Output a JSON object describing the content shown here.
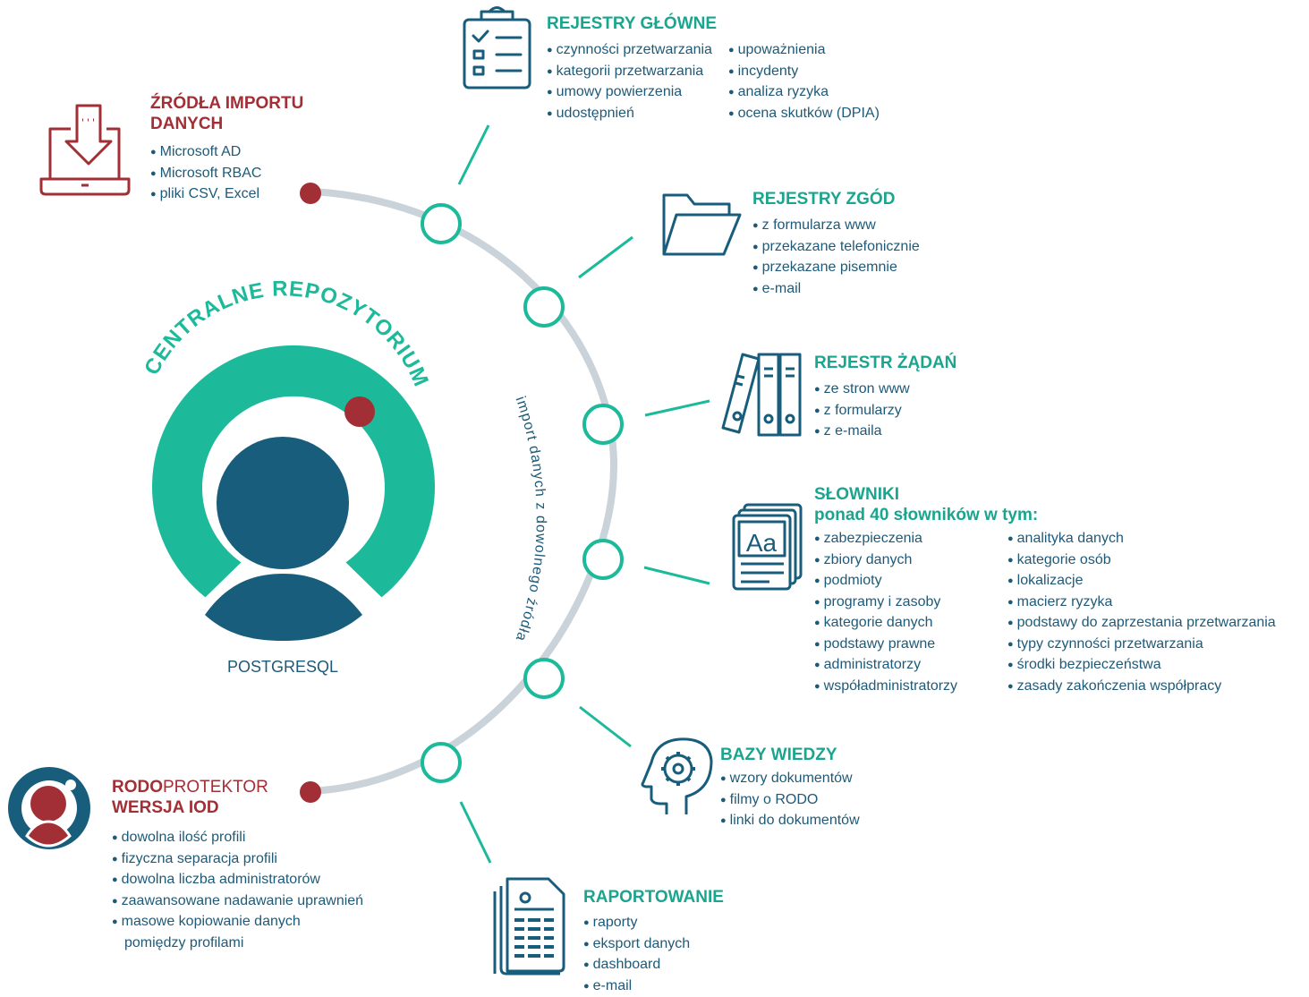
{
  "center": {
    "arc_title": "CENTRALNE REPOZYTORIUM",
    "db_label": "POSTGRESQL",
    "arc_caption": "import danych z dowolnego źródła"
  },
  "import_sources": {
    "title_line1": "ŹRÓDŁA IMPORTU",
    "title_line2": "DANYCH",
    "items": [
      "Microsoft AD",
      "Microsoft RBAC",
      "pliki CSV, Excel"
    ]
  },
  "main_registers": {
    "title": "REJESTRY GŁÓWNE",
    "col1": [
      "czynności przetwarzania",
      "kategorii przetwarzania",
      "umowy powierzenia",
      "udostępnień"
    ],
    "col2": [
      "upoważnienia",
      "incydenty",
      "analiza ryzyka",
      "ocena skutków (DPIA)"
    ]
  },
  "consent_registers": {
    "title": "REJESTRY ZGÓD",
    "items": [
      "z formularza www",
      "przekazane telefonicznie",
      "przekazane pisemnie",
      "e-mail"
    ]
  },
  "request_register": {
    "title": "REJESTR ŻĄDAŃ",
    "items": [
      "ze stron www",
      "z formularzy",
      "z e-maila"
    ]
  },
  "dictionaries": {
    "title": "SŁOWNIKI",
    "subtitle": "ponad 40 słowników w tym:",
    "col1": [
      "zabezpieczenia",
      "zbiory danych",
      "podmioty",
      "programy i zasoby",
      "kategorie danych",
      "podstawy prawne",
      "administratorzy",
      "współadministratorzy"
    ],
    "col2": [
      "analityka danych",
      "kategorie osób",
      "lokalizacje",
      "macierz ryzyka",
      "podstawy do zaprzestania przetwarzania",
      "typy czynności przetwarzania",
      "środki bezpieczeństwa",
      "zasady zakończenia współpracy"
    ]
  },
  "knowledge_base": {
    "title": "BAZY WIEDZY",
    "items": [
      "wzory dokumentów",
      "filmy o RODO",
      "linki do dokumentów"
    ]
  },
  "reporting": {
    "title": "RAPORTOWANIE",
    "items": [
      "raporty",
      "eksport danych",
      "dashboard",
      "e-mail"
    ]
  },
  "iod_edition": {
    "title_bold": "RODO",
    "title_rest": "PROTEKTOR",
    "title_line2": "WERSJA IOD",
    "items": [
      "dowolna ilość profili",
      "fizyczna separacja profili",
      "dowolna liczba administratorów",
      "zaawansowane nadawanie uprawnień",
      "masowe kopiowanie danych"
    ],
    "items_cont": "pomiędzy profilami"
  },
  "colors": {
    "teal": "#1aa58e",
    "accent_teal": "#1cba9a",
    "navy": "#185e7c",
    "red": "#a22f35",
    "arc_gray": "#c9d3d9"
  },
  "icons": [
    "laptop-download-icon",
    "clipboard-checklist-icon",
    "folder-icon",
    "binders-icon",
    "dictionary-cards-icon",
    "head-gear-icon",
    "report-document-icon",
    "rodoprotektor-logo"
  ]
}
